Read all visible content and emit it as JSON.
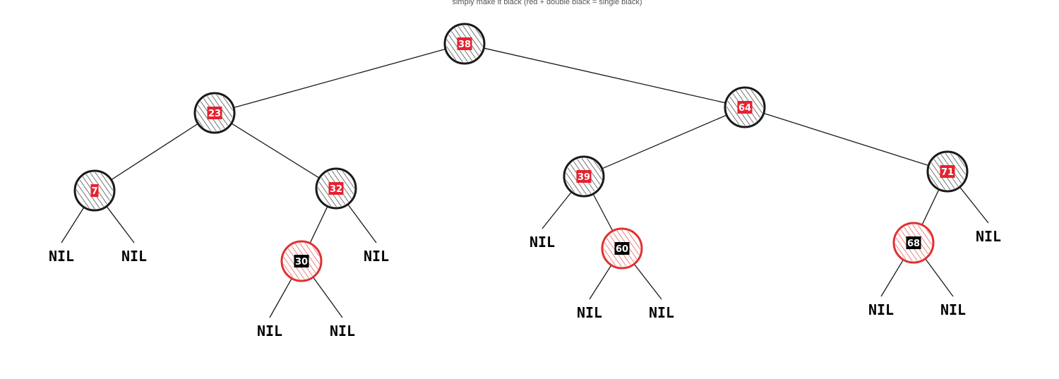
{
  "caption": "simply make it black (red + double black = single black)",
  "colors": {
    "black_node": "#1a1a1a",
    "red_node": "#e03131",
    "label_red_bg": "#e8212e",
    "label_black_bg": "#000000",
    "edge": "#1a1a1a"
  },
  "nil_label": "NIL",
  "nodes": [
    {
      "id": "n38",
      "label": "38",
      "color": "black",
      "label_bg": "red"
    },
    {
      "id": "n23",
      "label": "23",
      "color": "black",
      "label_bg": "red"
    },
    {
      "id": "n64",
      "label": "64",
      "color": "black",
      "label_bg": "red"
    },
    {
      "id": "n7",
      "label": "7",
      "color": "black",
      "label_bg": "red"
    },
    {
      "id": "n32",
      "label": "32",
      "color": "black",
      "label_bg": "red"
    },
    {
      "id": "n30",
      "label": "30",
      "color": "red",
      "label_bg": "black"
    },
    {
      "id": "n39",
      "label": "39",
      "color": "black",
      "label_bg": "red"
    },
    {
      "id": "n60",
      "label": "60",
      "color": "red",
      "label_bg": "black"
    },
    {
      "id": "n71",
      "label": "71",
      "color": "black",
      "label_bg": "red"
    },
    {
      "id": "n68",
      "label": "68",
      "color": "red",
      "label_bg": "black"
    }
  ],
  "edges": [
    [
      "n38",
      "n23"
    ],
    [
      "n38",
      "n64"
    ],
    [
      "n23",
      "n7"
    ],
    [
      "n23",
      "n32"
    ],
    [
      "n32",
      "n30"
    ],
    [
      "n64",
      "n39"
    ],
    [
      "n64",
      "n71"
    ],
    [
      "n39",
      "n60"
    ],
    [
      "n71",
      "n68"
    ]
  ]
}
